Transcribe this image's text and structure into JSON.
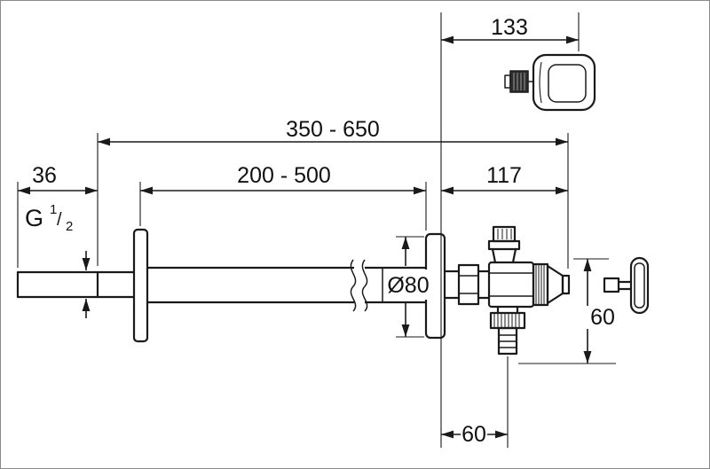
{
  "page": {
    "background": "#ffffff",
    "line_color": "#1a1a1a"
  },
  "dimensions": {
    "handle_offset": "133",
    "overall_length": "350 - 650",
    "tail_length": "36",
    "telescopic_length": "200 - 500",
    "front_projection": "117",
    "rosette_diameter": "Ø80",
    "outlet_drop": "60",
    "outlet_setback": "60"
  },
  "labels": {
    "thread_g": "G",
    "thread_numerator": "1",
    "thread_slash": "/",
    "thread_denominator": "2"
  }
}
